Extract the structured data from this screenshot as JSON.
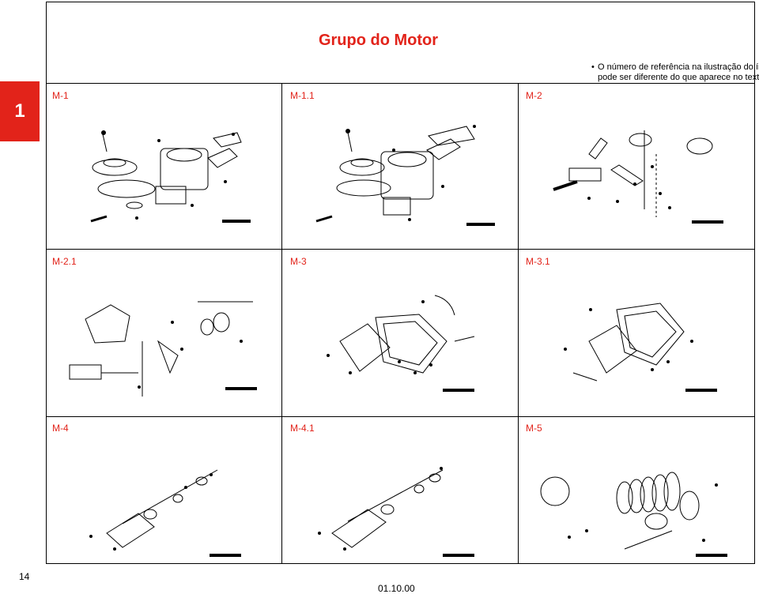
{
  "page": {
    "title": "Grupo do Motor",
    "note_bullet": "•",
    "note_line1": "O número de referência na ilustração do índice",
    "note_line2": "pode ser diferente do que aparece no texto.",
    "chapter_number": "1",
    "page_number": "14",
    "date": "01.10.00",
    "accent_color": "#e2231a"
  },
  "sections": [
    {
      "label": "M-1"
    },
    {
      "label": "M-1.1"
    },
    {
      "label": "M-2"
    },
    {
      "label": "M-2.1"
    },
    {
      "label": "M-3"
    },
    {
      "label": "M-3.1"
    },
    {
      "label": "M-4"
    },
    {
      "label": "M-4.1"
    },
    {
      "label": "M-5"
    }
  ]
}
